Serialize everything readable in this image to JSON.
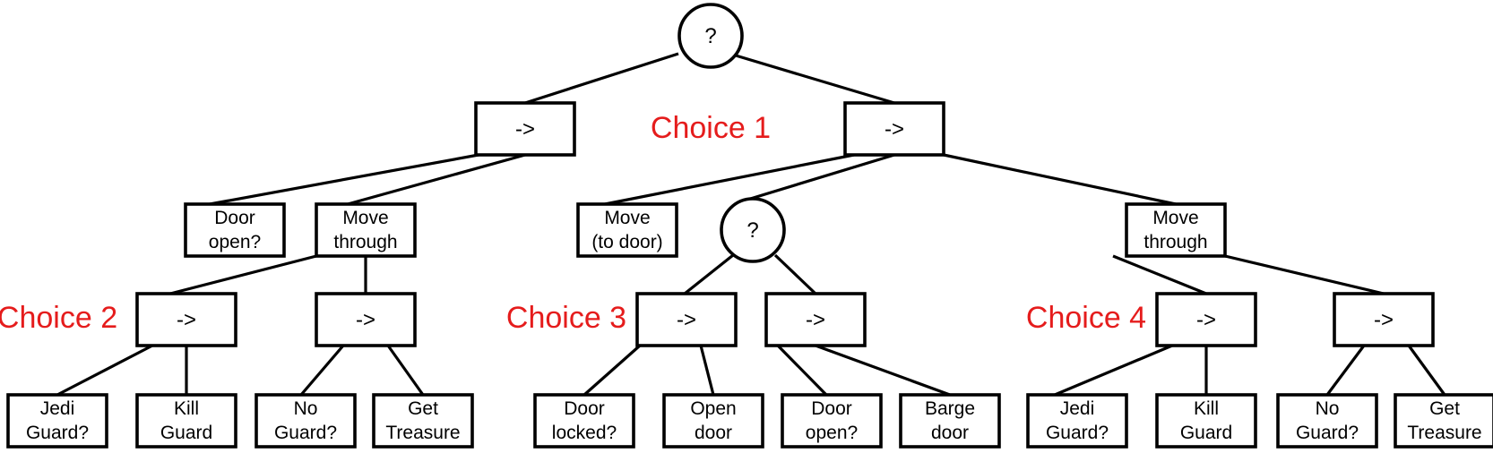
{
  "diagram": {
    "selector_symbol": "?",
    "sequence_symbol": "->",
    "choice_color": "#e51c1c",
    "choices": [
      {
        "key": "c1",
        "label": "Choice 1"
      },
      {
        "key": "c2",
        "label": "Choice 2"
      },
      {
        "key": "c3",
        "label": "Choice 3"
      },
      {
        "key": "c4",
        "label": "Choice 4"
      }
    ],
    "nodes": [
      {
        "key": "root",
        "kind": "selector"
      },
      {
        "key": "seqL",
        "kind": "sequence"
      },
      {
        "key": "seqR",
        "kind": "sequence"
      },
      {
        "key": "door1",
        "kind": "action",
        "lines": [
          "Door",
          "open?"
        ]
      },
      {
        "key": "move1",
        "kind": "action",
        "lines": [
          "Move",
          "through"
        ]
      },
      {
        "key": "movedoor",
        "kind": "action",
        "lines": [
          "Move",
          "(to door)"
        ]
      },
      {
        "key": "sel2",
        "kind": "selector"
      },
      {
        "key": "move2",
        "kind": "action",
        "lines": [
          "Move",
          "through"
        ]
      },
      {
        "key": "seqA",
        "kind": "sequence"
      },
      {
        "key": "seqB",
        "kind": "sequence"
      },
      {
        "key": "seqC",
        "kind": "sequence"
      },
      {
        "key": "seqD",
        "kind": "sequence"
      },
      {
        "key": "seqE",
        "kind": "sequence"
      },
      {
        "key": "seqF",
        "kind": "sequence"
      },
      {
        "key": "jedi1",
        "kind": "action",
        "lines": [
          "Jedi",
          "Guard?"
        ]
      },
      {
        "key": "kill1",
        "kind": "action",
        "lines": [
          "Kill",
          "Guard"
        ]
      },
      {
        "key": "noguard1",
        "kind": "action",
        "lines": [
          "No",
          "Guard?"
        ]
      },
      {
        "key": "gett1",
        "kind": "action",
        "lines": [
          "Get",
          "Treasure"
        ]
      },
      {
        "key": "doorlock",
        "kind": "action",
        "lines": [
          "Door",
          "locked?"
        ]
      },
      {
        "key": "opendoor",
        "kind": "action",
        "lines": [
          "Open",
          "door"
        ]
      },
      {
        "key": "door2",
        "kind": "action",
        "lines": [
          "Door",
          "open?"
        ]
      },
      {
        "key": "barge",
        "kind": "action",
        "lines": [
          "Barge",
          "door"
        ]
      },
      {
        "key": "jedi2",
        "kind": "action",
        "lines": [
          "Jedi",
          "Guard?"
        ]
      },
      {
        "key": "kill2",
        "kind": "action",
        "lines": [
          "Kill",
          "Guard"
        ]
      },
      {
        "key": "noguard2",
        "kind": "action",
        "lines": [
          "No",
          "Guard?"
        ]
      },
      {
        "key": "gett2",
        "kind": "action",
        "lines": [
          "Get",
          "Treasure"
        ]
      }
    ],
    "edges": [
      [
        "root",
        "seqL"
      ],
      [
        "root",
        "seqR"
      ],
      [
        "seqL",
        "door1"
      ],
      [
        "seqL",
        "move1"
      ],
      [
        "seqR",
        "movedoor"
      ],
      [
        "seqR",
        "sel2"
      ],
      [
        "seqR",
        "move2"
      ],
      [
        "move1",
        "seqA"
      ],
      [
        "move1",
        "seqB"
      ],
      [
        "sel2",
        "seqC"
      ],
      [
        "sel2",
        "seqD"
      ],
      [
        "move2",
        "seqE"
      ],
      [
        "move2",
        "seqF"
      ],
      [
        "seqA",
        "jedi1"
      ],
      [
        "seqA",
        "kill1"
      ],
      [
        "seqB",
        "noguard1"
      ],
      [
        "seqB",
        "gett1"
      ],
      [
        "seqC",
        "doorlock"
      ],
      [
        "seqC",
        "opendoor"
      ],
      [
        "seqD",
        "door2"
      ],
      [
        "seqD",
        "barge"
      ],
      [
        "seqE",
        "jedi2"
      ],
      [
        "seqE",
        "kill2"
      ],
      [
        "seqF",
        "noguard2"
      ],
      [
        "seqF",
        "gett2"
      ]
    ]
  }
}
